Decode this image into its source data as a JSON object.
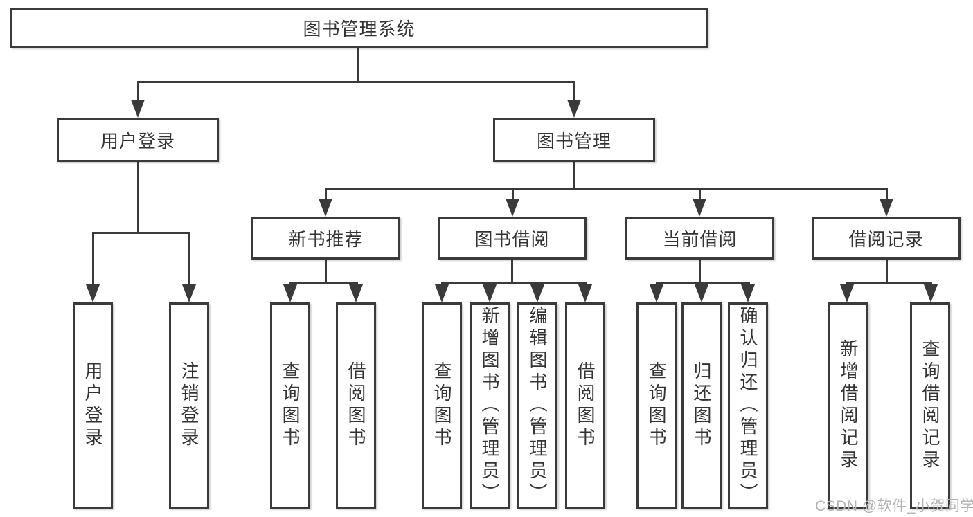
{
  "diagram": {
    "root": {
      "label": "图书管理系统"
    },
    "level2": [
      {
        "label": "用户登录"
      },
      {
        "label": "图书管理"
      }
    ],
    "level3": [
      {
        "label": "新书推荐"
      },
      {
        "label": "图书借阅"
      },
      {
        "label": "当前借阅"
      },
      {
        "label": "借阅记录"
      }
    ],
    "leaves": [
      {
        "label": "用户登录"
      },
      {
        "label": "注销登录"
      },
      {
        "label": "查询图书"
      },
      {
        "label": "借阅图书"
      },
      {
        "label": "查询图书"
      },
      {
        "label": "新增图书（管理员）"
      },
      {
        "label": "编辑图书（管理员）"
      },
      {
        "label": "借阅图书"
      },
      {
        "label": "查询图书"
      },
      {
        "label": "归还图书"
      },
      {
        "label": "确认归还（管理员）"
      },
      {
        "label": "新增借阅记录"
      },
      {
        "label": "查询借阅记录"
      }
    ]
  },
  "watermark": "CSDN @软件_小贺同学",
  "colors": {
    "line": "#3a3a3a",
    "box_border": "#3a3a3a",
    "box_fill": "#ffffff",
    "text": "#333333",
    "watermark": "#b3b3b3"
  }
}
